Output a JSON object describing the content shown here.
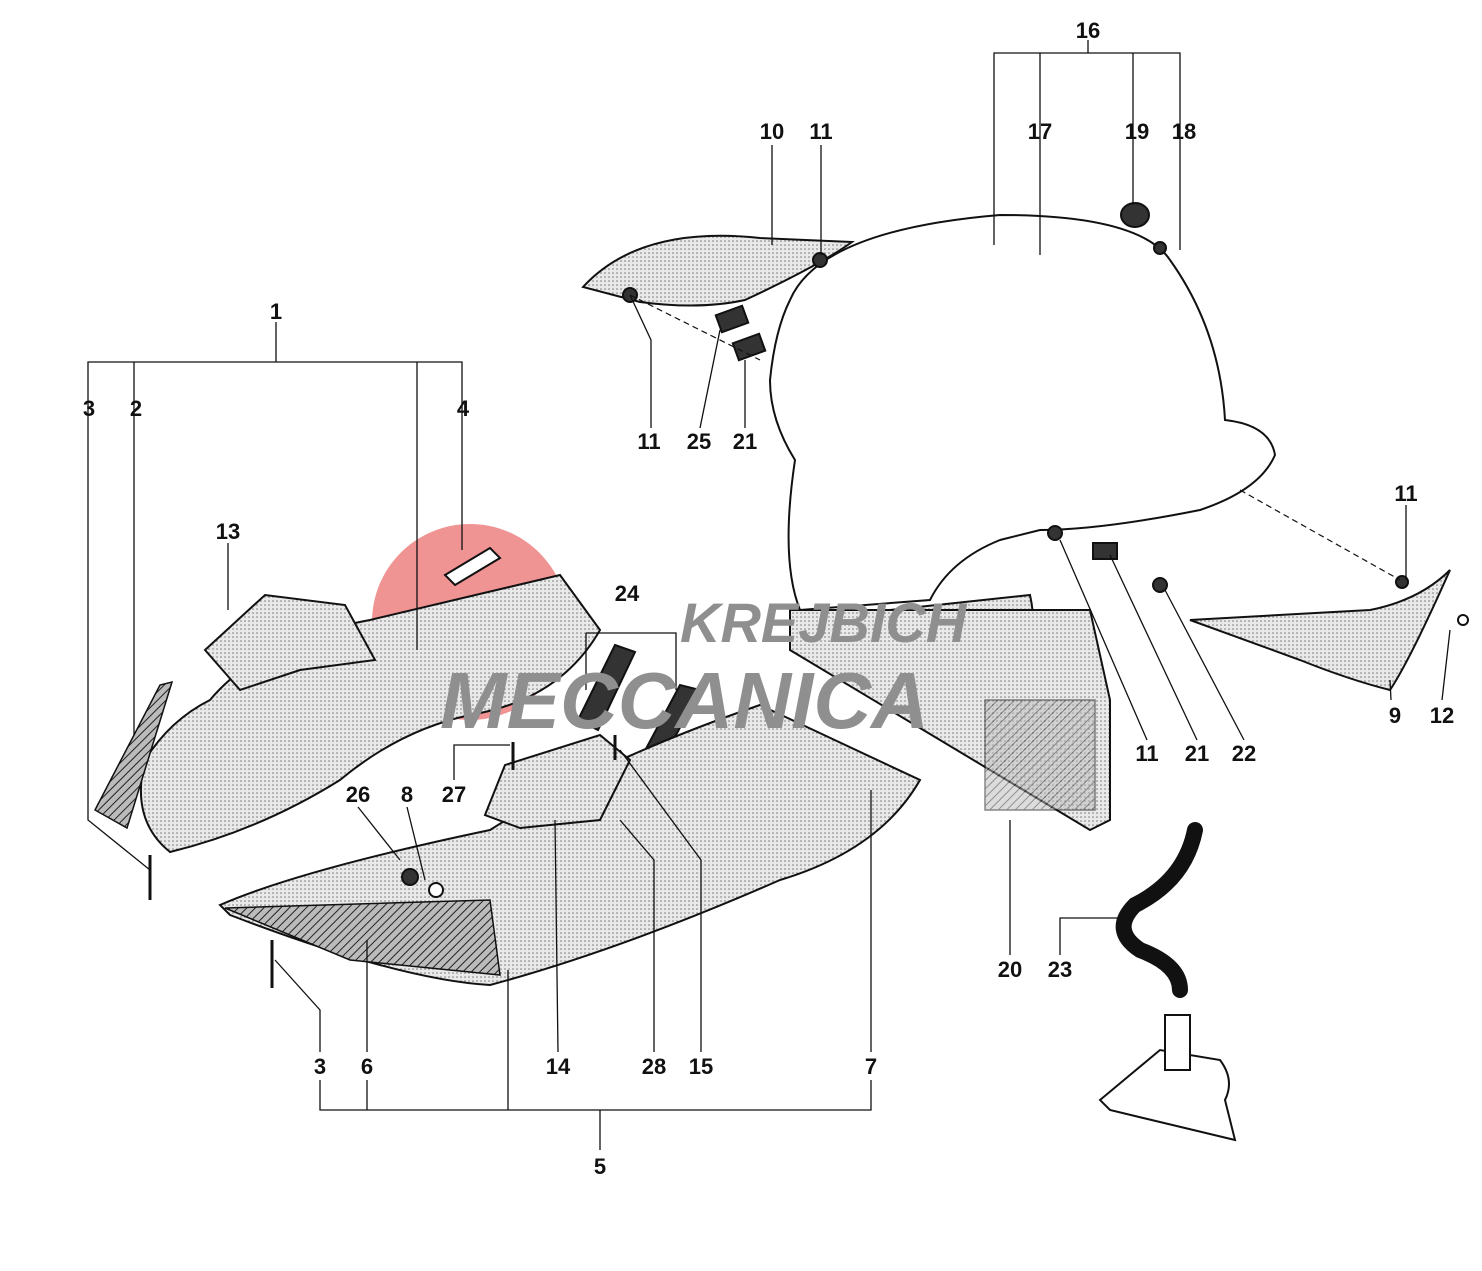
{
  "diagram": {
    "callouts": [
      "16",
      "17",
      "19",
      "18",
      "10",
      "11",
      "1",
      "3",
      "2",
      "4",
      "13",
      "11",
      "25",
      "21",
      "11",
      "24",
      "26",
      "8",
      "27",
      "9",
      "12",
      "11",
      "21",
      "22",
      "20",
      "23",
      "3",
      "6",
      "14",
      "28",
      "15",
      "7",
      "5"
    ],
    "watermark": {
      "line1": "KREJBICH",
      "line2": "MECCANICA",
      "color": "#e23a3a"
    }
  }
}
